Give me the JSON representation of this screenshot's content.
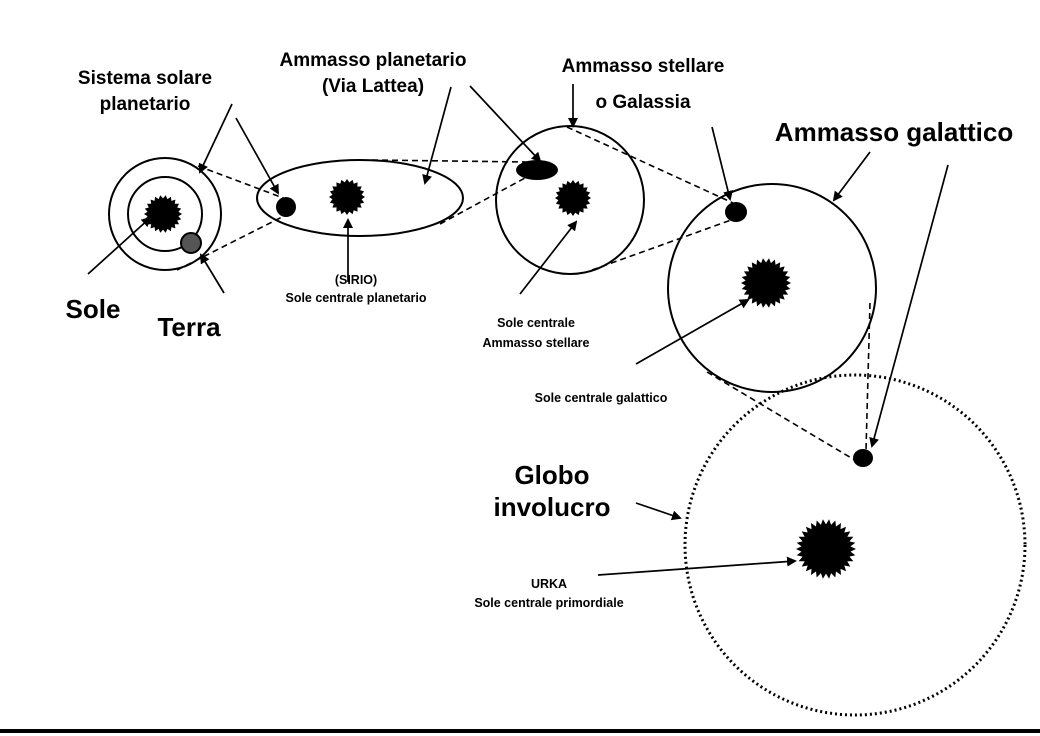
{
  "labels": {
    "sistema_solare": [
      "Sistema solare",
      "planetario"
    ],
    "ammasso_planetario": [
      "Ammasso planetario",
      "(Via Lattea)"
    ],
    "ammasso_stellare": [
      "Ammasso stellare",
      "o Galassia"
    ],
    "ammasso_galattico": "Ammasso galattico",
    "sole": "Sole",
    "terra": "Terra",
    "sirio": [
      "(SIRIO)",
      "Sole centrale planetario"
    ],
    "sole_centrale_stellare": [
      "Sole centrale",
      "Ammasso stellare"
    ],
    "sole_centrale_galattico": "Sole centrale galattico",
    "globo_involucro": [
      "Globo",
      "involucro"
    ],
    "urka": [
      "URKA",
      "Sole centrale primordiale"
    ]
  }
}
